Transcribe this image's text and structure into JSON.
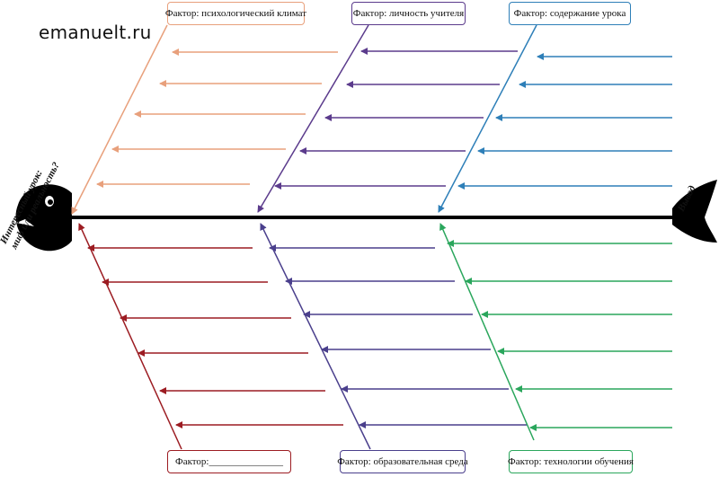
{
  "watermark": "emanuelt.ru",
  "head": {
    "line1": "Интересный урок:",
    "line2": "миф или реальность?"
  },
  "tail_label": "Вывод",
  "factors": {
    "top_left": {
      "text": "Фактор: психологический климат",
      "color": "#e8a07c"
    },
    "top_mid": {
      "text": "Фактор: личность учителя",
      "color": "#5b3b8c"
    },
    "top_right": {
      "text": "Фактор: содержание урока",
      "color": "#2e7fb8"
    },
    "bot_left": {
      "text": "Фактор:_______________",
      "color": "#9c1c22"
    },
    "bot_mid": {
      "text": "Фактор: образовательная среда",
      "color": "#4a3f8c"
    },
    "bot_right": {
      "text": "Фактор: технологии обучения",
      "color": "#2aa65c"
    }
  },
  "colors": {
    "spine": "#000000",
    "fish": "#000000"
  }
}
